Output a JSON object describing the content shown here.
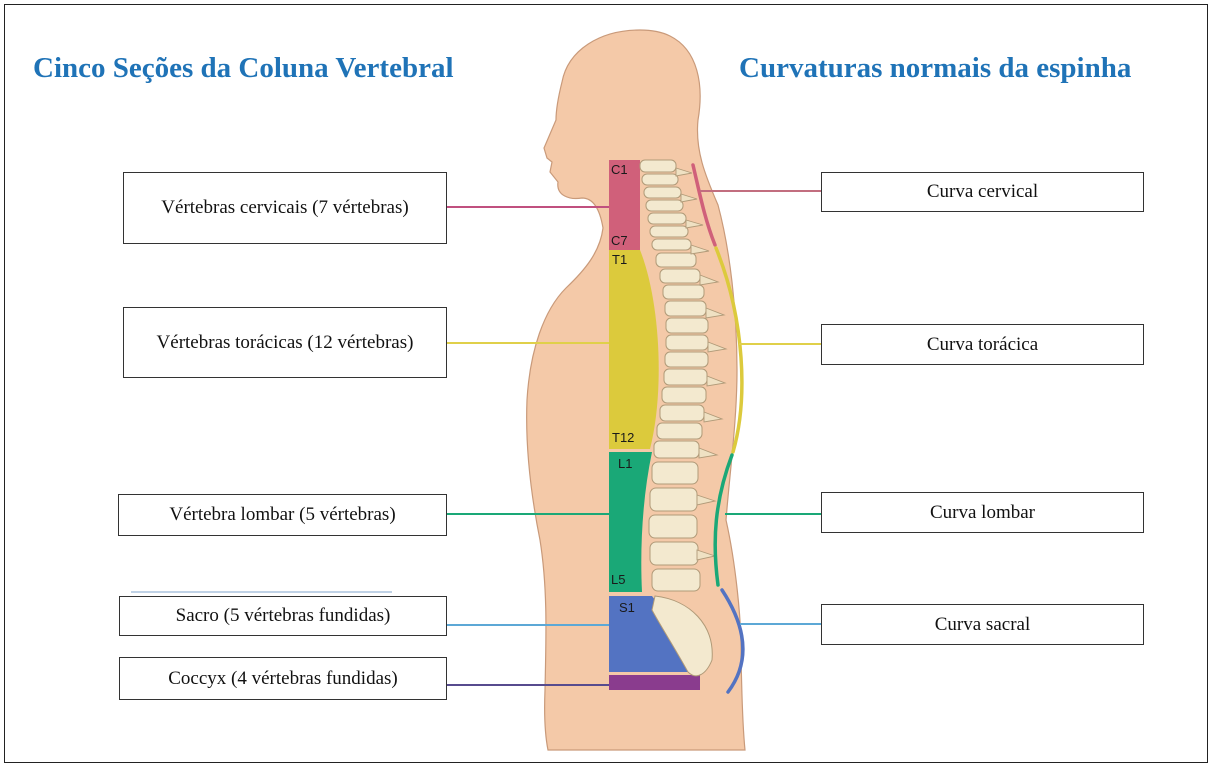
{
  "titles": {
    "left": "Cinco Seções da Coluna Vertebral",
    "right": "Curvaturas normais da espinha"
  },
  "colors": {
    "title": "#1f73b7",
    "cervical": "#d0607a",
    "thoracic": "#dcca3c",
    "lumbar": "#1aa877",
    "sacrum": "#5373c2",
    "coccyx": "#8a3c8e",
    "skin": "#f4c9a8",
    "bone": "#f3e9cf"
  },
  "sections": [
    {
      "id": "cervical",
      "label": "Vértebras cervicais (7 vértebras)",
      "top_marker": "C1",
      "bottom_marker": "C7"
    },
    {
      "id": "thoracic",
      "label": "Vértebras torácicas (12 vértebras)",
      "top_marker": "T1",
      "bottom_marker": "T12"
    },
    {
      "id": "lumbar",
      "label": "Vértebra lombar (5 vértebras)",
      "top_marker": "L1",
      "bottom_marker": "L5"
    },
    {
      "id": "sacrum",
      "label": "Sacro (5 vértebras fundidas)",
      "top_marker": "S1",
      "bottom_marker": ""
    },
    {
      "id": "coccyx",
      "label": "Coccyx (4 vértebras fundidas)",
      "top_marker": "",
      "bottom_marker": ""
    }
  ],
  "curves": [
    {
      "id": "cervical",
      "label": "Curva cervical"
    },
    {
      "id": "thoracic",
      "label": "Curva torácica"
    },
    {
      "id": "lumbar",
      "label": "Curva lombar"
    },
    {
      "id": "sacral",
      "label": "Curva sacral"
    }
  ]
}
